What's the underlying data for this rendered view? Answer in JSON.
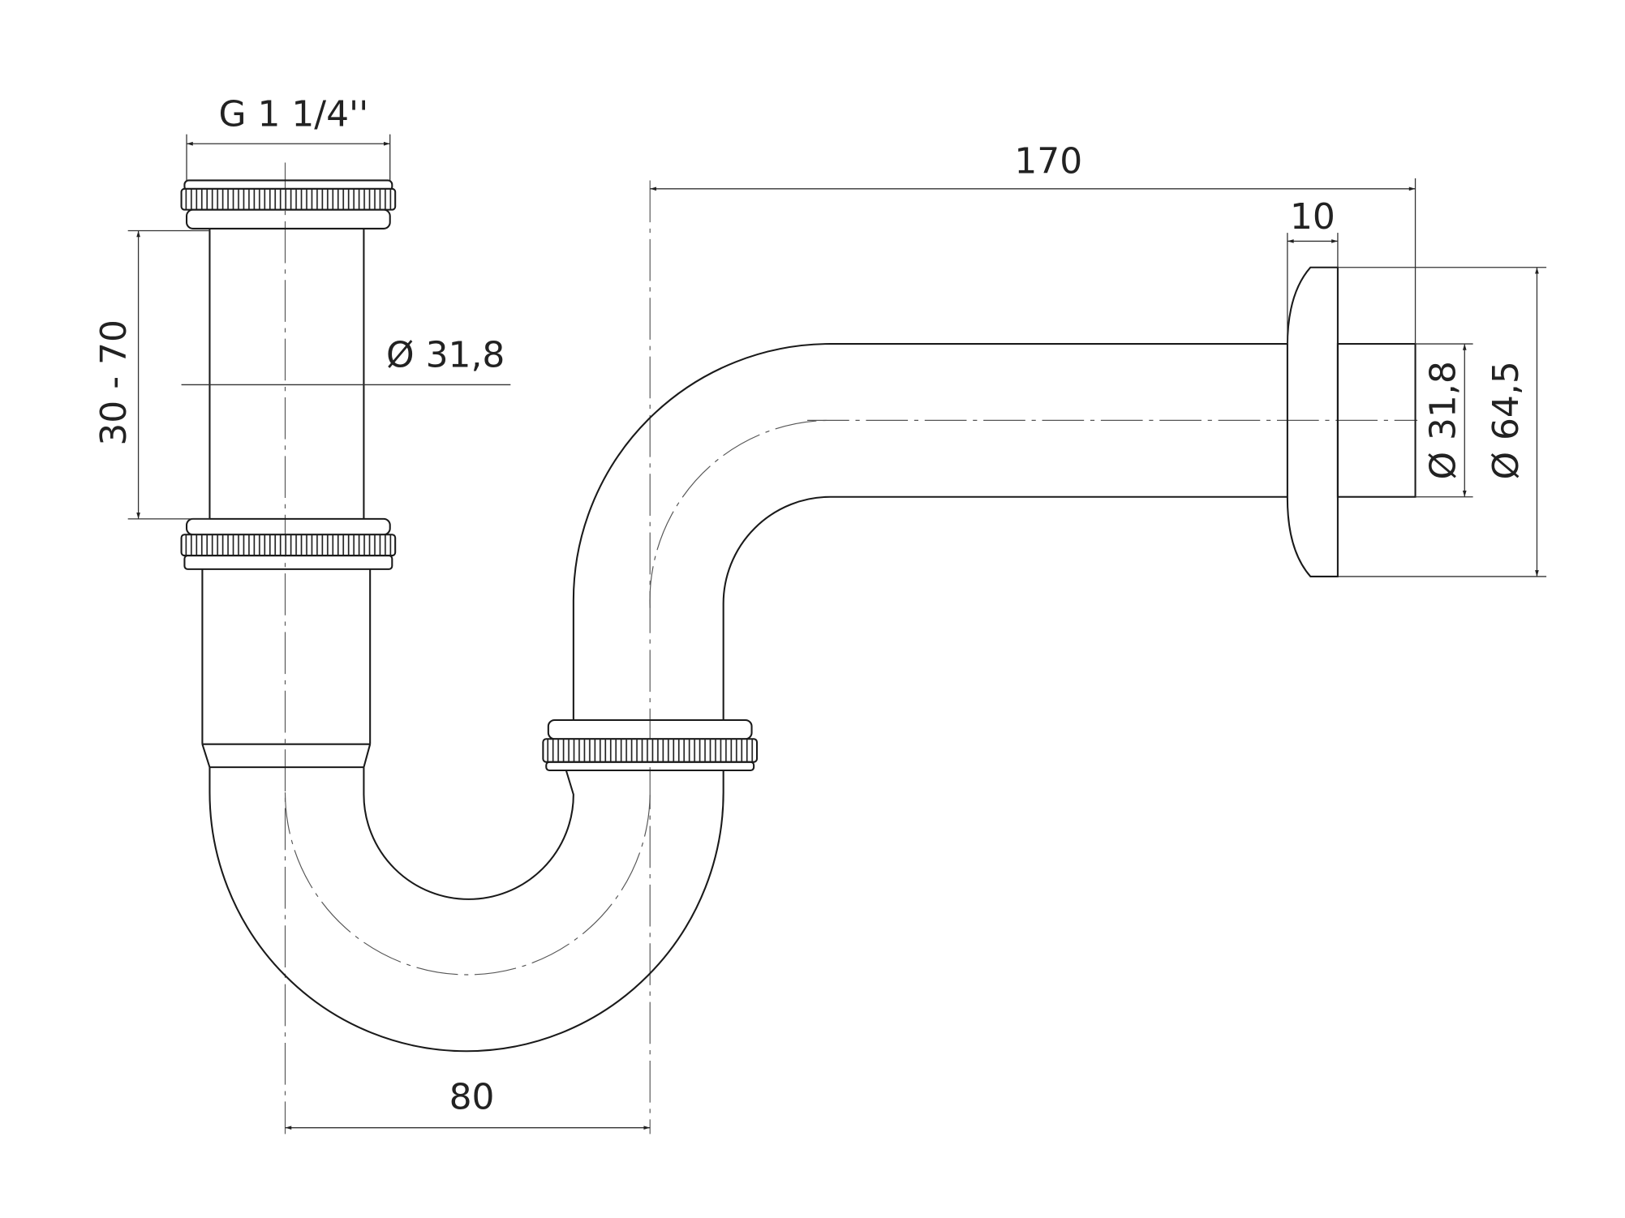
{
  "drawing": {
    "title": "Bottle trap dimension drawing",
    "dimensions": {
      "thread": "G 1 1/4''",
      "length": "170",
      "flange_thickness": "10",
      "height_range": "30 - 70",
      "pipe_diameter": "Ø 31,8",
      "outlet_diameter": "Ø 31,8",
      "flange_diameter": "Ø 64,5",
      "offset": "80"
    },
    "line_color": "#1a1a1a"
  }
}
